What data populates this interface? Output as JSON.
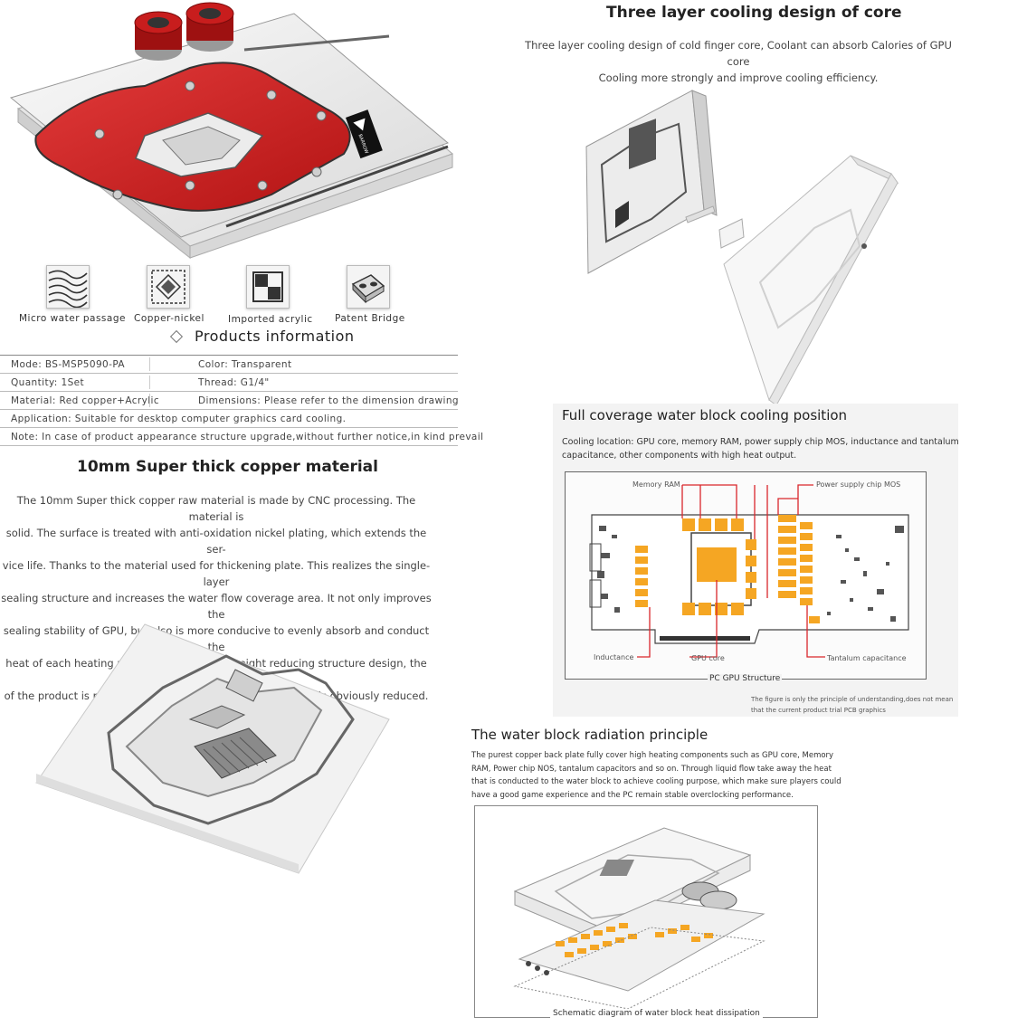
{
  "features": [
    {
      "label": "Micro water passage",
      "icon": "wave-lines-icon"
    },
    {
      "label": "Copper-nickel",
      "icon": "diamond-pattern-icon"
    },
    {
      "label": "Imported acrylic",
      "icon": "checker-square-icon"
    },
    {
      "label": "Patent Bridge",
      "icon": "bridge-block-icon"
    }
  ],
  "product_info": {
    "title": "Products information",
    "rows": [
      {
        "c1": "Mode: BS-MSP5090-PA",
        "c2": "Color: Transparent"
      },
      {
        "c1": "Quantity: 1Set",
        "c2": "Thread: G1/4\""
      },
      {
        "c1": "Material: Red copper+Acrylic",
        "c2": "Dimensions: Please refer to the dimension drawing"
      },
      {
        "c1": "Application: Suitable for desktop computer graphics card cooling."
      },
      {
        "c1": "Note: In case of product appearance structure upgrade,without further notice,in kind prevail"
      }
    ]
  },
  "copper": {
    "title": "10mm Super thick copper material",
    "lines": [
      "The 10mm Super thick copper raw material is made by CNC processing. The material is",
      "solid. The surface is treated with anti-oxidation nickel plating, which extends the ser-",
      "vice life. Thanks to the material used for thickening plate. This realizes the single-layer",
      "sealing structure and increases the water flow coverage area. It not only improves the",
      "sealing stability of GPU, but also is more conducive to evenly absorb and conduct the",
      "heat of each heating part of GPU. With the weight reducing structure design, the weight",
      "of the product is reduced, and the load-bearing load of GPU is obviously reduced."
    ]
  },
  "three_layer": {
    "title": "Three layer cooling design of core",
    "lines": [
      "Three layer cooling design of cold finger core, Coolant can absorb Calories of GPU core",
      "Cooling more strongly and improve cooling efficiency."
    ]
  },
  "coverage": {
    "title": "Full coverage water block cooling position",
    "lines": [
      "Cooling location: GPU core, memory RAM, power supply chip MOS, inductance and tantalum",
      "capacitance, other components with high heat output."
    ],
    "label_memory": "Memory RAM",
    "label_power": "Power supply chip MOS",
    "label_inductance": "Inductance",
    "label_gpu": "GPU core",
    "label_tantalum": "Tantalum capacitance",
    "structure": "PC GPU Structure",
    "note_lines": [
      "The figure is only the principle of understanding,does not mean",
      "that the current product trial PCB graphics"
    ]
  },
  "radiation": {
    "title": "The water block radiation principle",
    "lines": [
      "The purest copper back plate fully cover high heating components such as GPU core, Memory",
      "RAM, Power chip NOS, tantalum capacitors and so on. Through liquid flow take away the heat",
      "that is conducted to the water block to achieve cooling purpose, which make sure players could",
      "have a good game experience and the PC remain stable overclocking performance."
    ],
    "caption": "Schematic diagram of water block heat dissipation"
  },
  "logo_text": "BARROW",
  "colors": {
    "accent_red": "#c81d1d",
    "orange": "#f5a623",
    "line_red": "#d9262b"
  }
}
